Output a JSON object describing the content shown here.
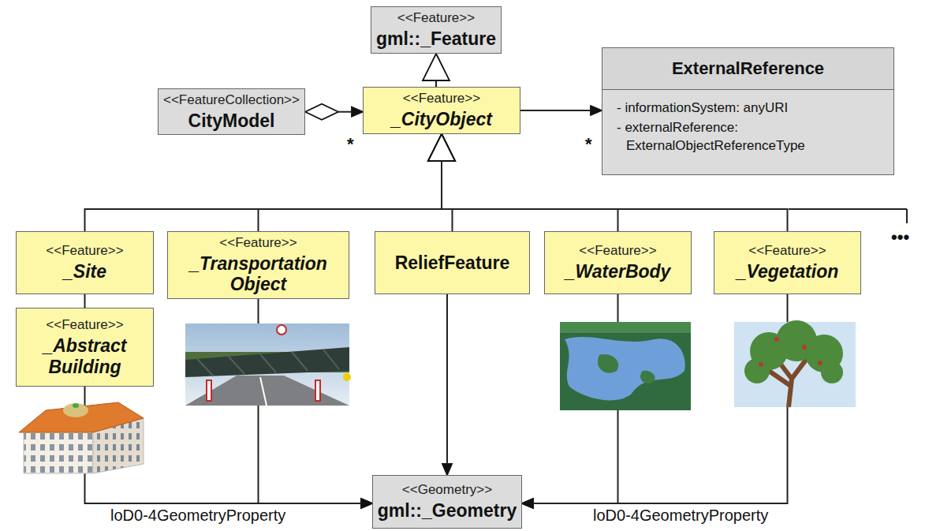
{
  "diagram": {
    "nodes": [
      {
        "text": [
          "<<Feature>>",
          "gml::_Feature"
        ]
      },
      {
        "text": [
          "<<FeatureCollection>>",
          "CityModel"
        ]
      },
      {
        "text": [
          "<<Feature>>",
          "_CityObject"
        ]
      },
      {
        "text": [
          "ExternalReference",
          "- informationSystem: anyURI",
          "- externalReference: ExternalObjectReferenceType"
        ]
      },
      {
        "text": [
          "<<Feature>>",
          "_Site"
        ]
      },
      {
        "text": [
          "<<Feature>>",
          "_Abstract Building"
        ]
      },
      {
        "text": [
          "<<Feature>>",
          "_Transportation Object"
        ]
      },
      {
        "text": [
          "ReliefFeature"
        ]
      },
      {
        "text": [
          "<<Feature>>",
          "_WaterBody"
        ]
      },
      {
        "text": [
          "<<Feature>>",
          "_Vegetation"
        ]
      },
      {
        "text": [
          "<<Geometry>>",
          "gml::_Geometry"
        ]
      }
    ],
    "edges": [
      {
        "from": 1,
        "to": 2,
        "arrow": "to"
      },
      {
        "from": 2,
        "to": 0,
        "arrow": "to"
      },
      {
        "from": 2,
        "to": 3,
        "arrow": "to"
      },
      {
        "from": 4,
        "to": 2,
        "arrow": "to"
      },
      {
        "from": 6,
        "to": 2,
        "arrow": "to"
      },
      {
        "from": 7,
        "to": 2,
        "arrow": "to"
      },
      {
        "from": 8,
        "to": 2,
        "arrow": "to"
      },
      {
        "from": 9,
        "to": 2,
        "arrow": "to"
      },
      {
        "from": 4,
        "to": 5,
        "arrow": "none"
      },
      {
        "from": 5,
        "to": 10,
        "arrow": "to"
      },
      {
        "from": 6,
        "to": 10,
        "arrow": "to"
      },
      {
        "from": 7,
        "to": 10,
        "arrow": "to"
      },
      {
        "from": 8,
        "to": 10,
        "arrow": "to"
      },
      {
        "from": 9,
        "to": 10,
        "arrow": "to"
      }
    ],
    "labels": [
      "*",
      "*",
      "•••",
      "loD0-4GeometryProperty",
      "loD0-4GeometryProperty"
    ]
  }
}
